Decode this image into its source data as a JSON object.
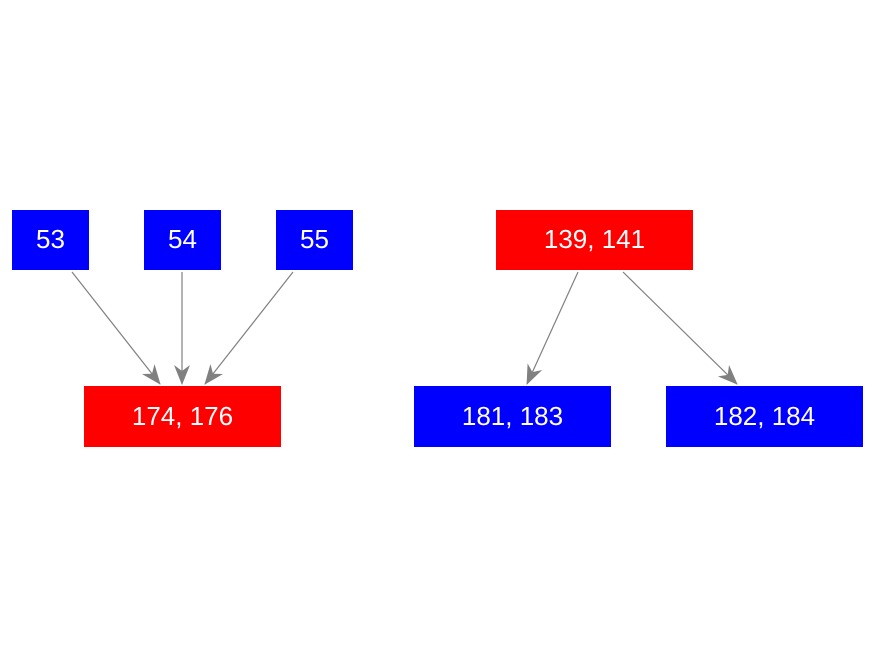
{
  "colors": {
    "blue_node": "#0000ff",
    "red_node": "#ff0000",
    "edge": "#808080",
    "label": "#ffffff",
    "background": "#ffffff"
  },
  "nodes": {
    "n53": {
      "label": "53",
      "color": "blue"
    },
    "n54": {
      "label": "54",
      "color": "blue"
    },
    "n55": {
      "label": "55",
      "color": "blue"
    },
    "n174_176": {
      "label": "174, 176",
      "color": "red"
    },
    "n139_141": {
      "label": "139, 141",
      "color": "red"
    },
    "n181_183": {
      "label": "181, 183",
      "color": "blue"
    },
    "n182_184": {
      "label": "182, 184",
      "color": "blue"
    }
  },
  "edges": [
    {
      "from": "53",
      "to": "174, 176"
    },
    {
      "from": "54",
      "to": "174, 176"
    },
    {
      "from": "55",
      "to": "174, 176"
    },
    {
      "from": "139, 141",
      "to": "181, 183"
    },
    {
      "from": "139, 141",
      "to": "182, 184"
    }
  ]
}
